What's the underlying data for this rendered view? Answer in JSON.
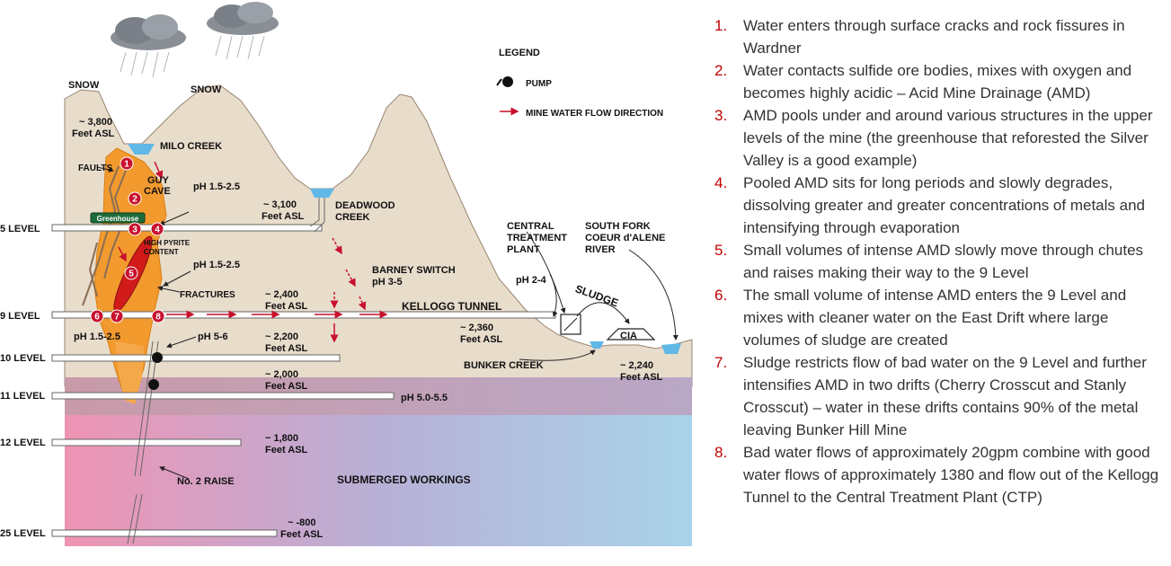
{
  "diagram": {
    "labels": {
      "snow_left": "SNOW",
      "snow_right": "SNOW",
      "elev_3800_a": "~ 3,800",
      "elev_3800_b": "Feet ASL",
      "milo_creek": "MILO CREEK",
      "faults": "FAULTS",
      "guy_cave_a": "GUY",
      "guy_cave_b": "CAVE",
      "ph_guy": "pH 1.5-2.5",
      "greenhouse": "Greenhouse",
      "elev_3100_a": "~ 3,100",
      "elev_3100_b": "Feet ASL",
      "deadwood_a": "DEADWOOD",
      "deadwood_b": "CREEK",
      "high_pyrite_a": "HIGH PYRITE",
      "high_pyrite_b": "CONTENT",
      "ph_pyrite": "pH 1.5-2.5",
      "fractures": "FRACTURES",
      "barney_a": "BARNEY SWITCH",
      "barney_b": "pH 3-5",
      "elev_2400_a": "~ 2,400",
      "elev_2400_b": "Feet ASL",
      "kellogg_tunnel": "KELLOGG TUNNEL",
      "ph_2_4": "pH 2-4",
      "central_a": "CENTRAL",
      "central_b": "TREATMENT",
      "central_c": "PLANT",
      "southfork_a": "SOUTH FORK",
      "southfork_b": "COEUR d'ALENE",
      "southfork_c": "RIVER",
      "sludge": "SLUDGE",
      "cia": "CIA",
      "elev_2360_a": "~ 2,360",
      "elev_2360_b": "Feet ASL",
      "bunker_creek": "BUNKER CREEK",
      "elev_2240_a": "~ 2,240",
      "elev_2240_b": "Feet ASL",
      "ph_left_9": "pH 1.5-2.5",
      "ph_5_6": "pH 5-6",
      "elev_2200_a": "~ 2,200",
      "elev_2200_b": "Feet ASL",
      "elev_2000_a": "~ 2,000",
      "elev_2000_b": "Feet ASL",
      "ph_5_55": "pH 5.0-5.5",
      "elev_1800_a": "~ 1,800",
      "elev_1800_b": "Feet ASL",
      "raise": "No. 2 RAISE",
      "submerged": "SUBMERGED WORKINGS",
      "elev_800_a": "~ -800",
      "elev_800_b": "Feet ASL"
    },
    "levels": {
      "l5": "5 LEVEL",
      "l9": "9 LEVEL",
      "l10": "10 LEVEL",
      "l11": "11 LEVEL",
      "l12": "12 LEVEL",
      "l25": "25 LEVEL"
    },
    "markers": [
      "1",
      "2",
      "3",
      "4",
      "5",
      "6",
      "7",
      "8"
    ],
    "legend": {
      "title": "LEGEND",
      "pump": "PUMP",
      "flow": "MINE WATER FLOW DIRECTION"
    },
    "colors": {
      "ground": "#e8dccb",
      "ore": "#f29a2e",
      "water": "#5fb8e6",
      "flow_arrow": "#c8102e",
      "marker": "#c8102e",
      "greenhouse": "#1e6b3a",
      "submerged_left": "#ef93b3",
      "submerged_right": "#a9d3ea"
    }
  },
  "notes": [
    {
      "num": "1.",
      "text": "Water enters through surface cracks and rock fissures in Wardner"
    },
    {
      "num": "2.",
      "text": "Water contacts sulfide ore bodies, mixes with oxygen and becomes highly acidic – Acid Mine Drainage (AMD)"
    },
    {
      "num": "3.",
      "text": "AMD pools under and around various structures in the upper levels of the mine (the greenhouse that reforested the Silver Valley is a good example)"
    },
    {
      "num": "4.",
      "text": "Pooled AMD sits for long periods and slowly degrades, dissolving greater and greater concentrations of metals and intensifying through evaporation"
    },
    {
      "num": "5.",
      "text": "Small volumes of intense AMD slowly move through chutes and raises making their way to the 9 Level"
    },
    {
      "num": "6.",
      "text": "The small volume of intense AMD enters the 9 Level and mixes with cleaner water on the East Drift where large volumes of sludge are created"
    },
    {
      "num": "7.",
      "text": "Sludge restricts flow of bad water on the 9 Level and further intensifies AMD in two drifts (Cherry Crosscut and Stanly Crosscut) – water in these drifts contains 90% of the metal leaving Bunker Hill Mine"
    },
    {
      "num": "8.",
      "text": "Bad water flows of approximately 20gpm combine with good water flows of approximately 1380 and flow out of the Kellogg Tunnel to the Central Treatment Plant (CTP)"
    }
  ]
}
